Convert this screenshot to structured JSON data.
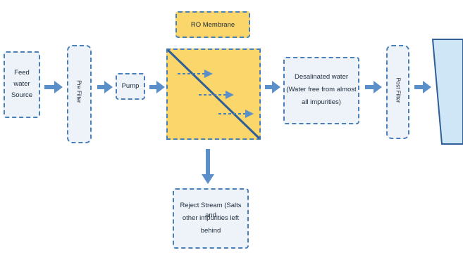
{
  "nodes": {
    "ro_membrane_label": "RO Membrane",
    "feed": [
      "Feed",
      "water",
      "Source"
    ],
    "pre_filter": "Pre Filter",
    "pump": "Pump",
    "desalinated": [
      "Desalinated water",
      "(Water free from almost",
      "all impurities)"
    ],
    "post_filter": "Post Filter",
    "reject": [
      "Reject Stream (Salts and",
      "other impurities left",
      "behind"
    ]
  },
  "colors": {
    "border": "#4a7fb8",
    "box_fill": "#eef3fa",
    "membrane_fill": "#fbd66a",
    "arrow": "#5b8fc9",
    "tank_fill": "#cfe6f7"
  }
}
